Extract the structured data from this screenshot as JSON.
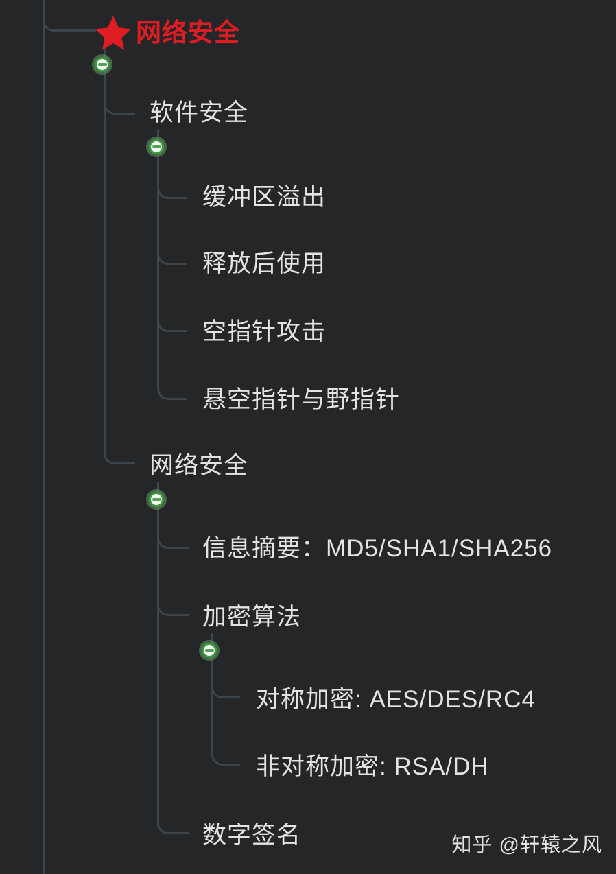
{
  "app": {
    "type": "mindmap-canvas"
  },
  "colors": {
    "background": "#252628",
    "connector": "#3c454a",
    "node_text": "#e3e3e3",
    "root_text": "#de1c23",
    "star": "#de1c23",
    "collapse_ring": "#3f9943",
    "collapse_fill": "#f2f7f1",
    "collapse_bar": "#57a257",
    "watermark": "#ededed"
  },
  "mindmap": {
    "root": {
      "label": "网络安全",
      "icon": "red-star",
      "collapsed": false
    },
    "children": [
      {
        "label": "软件安全",
        "collapsed": false,
        "children": [
          {
            "label": "缓冲区溢出"
          },
          {
            "label": "释放后使用"
          },
          {
            "label": "空指针攻击"
          },
          {
            "label": "悬空指针与野指针"
          }
        ]
      },
      {
        "label": "网络安全",
        "collapsed": false,
        "children": [
          {
            "label": "信息摘要：MD5/SHA1/SHA256"
          },
          {
            "label": "加密算法",
            "collapsed": false,
            "children": [
              {
                "label": "对称加密: AES/DES/RC4"
              },
              {
                "label": "非对称加密: RSA/DH"
              }
            ]
          },
          {
            "label": "数字签名"
          }
        ]
      }
    ]
  },
  "watermark": {
    "text": "知乎 @轩辕之风"
  }
}
